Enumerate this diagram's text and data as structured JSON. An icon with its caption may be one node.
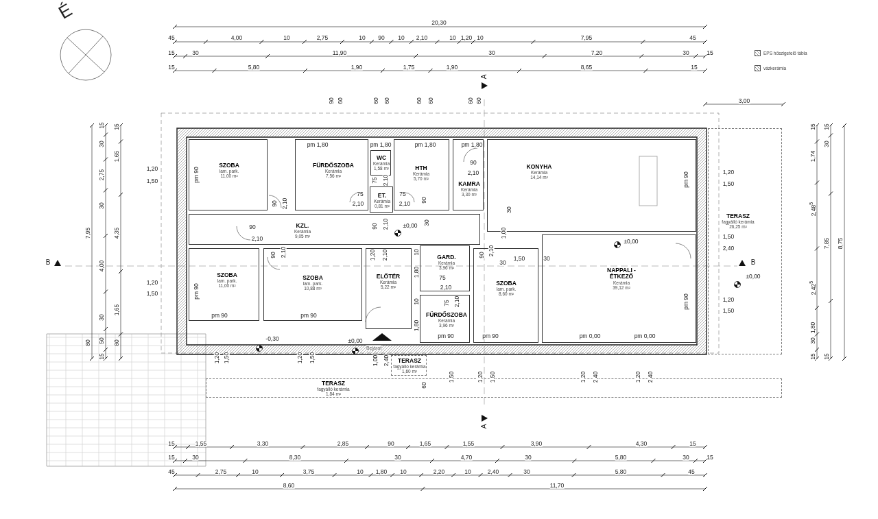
{
  "diagram": {
    "nodes": [
      {
        "text": [
          "SZOBA",
          "lam. park.",
          "11,00 m²"
        ]
      },
      {
        "text": [
          "FÜRDŐSZOBA",
          "Kerámia",
          "7,56 m²"
        ]
      },
      {
        "text": [
          "WC",
          "Kerámia",
          "1,58 m²"
        ]
      },
      {
        "text": [
          "HTH",
          "Kerámia",
          "5,70 m²"
        ]
      },
      {
        "text": [
          "KAMRA",
          "Kerámia",
          "3,30 m²"
        ]
      },
      {
        "text": [
          "KONYHA",
          "Kerámia",
          "14,14 m²"
        ]
      },
      {
        "text": [
          "ET.",
          "Kerámia",
          "0,81 m²"
        ]
      },
      {
        "text": [
          "KZL.",
          "Kerámia",
          "9,05 m²"
        ]
      },
      {
        "text": [
          "TERASZ",
          "fagyálló kerámia",
          "26,25 m²"
        ]
      },
      {
        "text": [
          "SZOBA",
          "lam. park.",
          "11,00 m²"
        ]
      },
      {
        "text": [
          "SZOBA",
          "lam. park.",
          "10,88 m²"
        ]
      },
      {
        "text": [
          "ELŐTÉR",
          "Kerámia",
          "5,22 m²"
        ]
      },
      {
        "text": [
          "GARD.",
          "Kerámia",
          "3,96 m²"
        ]
      },
      {
        "text": [
          "SZOBA",
          "lam. park.",
          "8,60 m²"
        ]
      },
      {
        "text": [
          "NAPPALI - ÉTKEZŐ",
          "Kerámia",
          "39,12 m²"
        ]
      },
      {
        "text": [
          "FÜRDŐSZOBA",
          "Kerámia",
          "3,96 m²"
        ]
      },
      {
        "text": [
          "TERASZ",
          "fagyálló kerámia",
          "1,60 m²"
        ]
      },
      {
        "text": [
          "TERASZ",
          "fagyálló kerámia",
          "1,84 m²"
        ]
      }
    ],
    "labels": [
      "É",
      "20,30",
      "45",
      "4,00",
      "10",
      "2,75",
      "10",
      "90",
      "10",
      "2,10",
      "10",
      "1,20",
      "10",
      "7,95",
      "45",
      "15",
      "30",
      "11,90",
      "30",
      "7,20",
      "30",
      "15",
      "15",
      "5,80",
      "1,90",
      "1,75",
      "1,90",
      "8,65",
      "15",
      "90",
      "60",
      "60",
      "60",
      "60",
      "60",
      "60",
      "60",
      "A",
      "3,00",
      "7,95",
      "80",
      "15",
      "30",
      "2,75",
      "30",
      "4,00",
      "30",
      "50",
      "15",
      "15",
      "1,65",
      "4,35",
      "1,65",
      "80",
      "15",
      "1,74",
      "2,48$^{5}$",
      "2,42$^{5}$",
      "1,80",
      "30",
      "15",
      "15",
      "30",
      "7,85",
      "15",
      "8,75",
      "B",
      "B",
      "1,20",
      "1,50",
      "pm 90",
      "pm 1,80",
      "pm 1,80",
      "pm 1,80",
      "pm 1,80",
      "90",
      "2,10",
      "1,20",
      "1,50",
      "pm 90",
      "75",
      "2,10",
      "75",
      "75",
      "2,10",
      "2,10",
      "90",
      "90",
      "2,10",
      "30",
      "±0,00",
      "30",
      "90",
      "2,10",
      "1,00",
      "90",
      "2,10",
      "±0,00",
      "1,50",
      "2,40",
      "90",
      "2,10",
      "1,20",
      "2,10",
      "10",
      "90",
      "2,10",
      "30",
      "1,50",
      "30",
      "1,80",
      "75",
      "2,10",
      "±0,00",
      "10",
      "75",
      "2,10",
      "1,20",
      "1,50",
      "pm 90",
      "1,20",
      "1,50",
      "pm 90",
      "pm 90",
      "pm 90",
      "1,80",
      "pm 90",
      "pm 90",
      "pm 0,00",
      "pm 0,00",
      "-0,30",
      "±0,00",
      "Bejárat",
      "1,20",
      "1,50",
      "1,20",
      "1,50",
      "1,00",
      "2,40",
      "60",
      "1,50",
      "1,20",
      "1,50",
      "1,20",
      "2,40",
      "1,20",
      "2,40",
      "A",
      "15",
      "1,55",
      "3,30",
      "2,85",
      "90",
      "1,65",
      "1,55",
      "3,90",
      "4,30",
      "15",
      "15",
      "30",
      "8,30",
      "30",
      "4,70",
      "30",
      "5,80",
      "30",
      "15",
      "45",
      "2,75",
      "10",
      "3,75",
      "10",
      "1,80",
      "10",
      "2,20",
      "10",
      "2,40",
      "30",
      "5,80",
      "45",
      "8,60",
      "11,70"
    ],
    "legend": [
      {
        "text": "EPS hőszigetelő tábla"
      },
      {
        "text": "vázkerámia"
      }
    ]
  }
}
